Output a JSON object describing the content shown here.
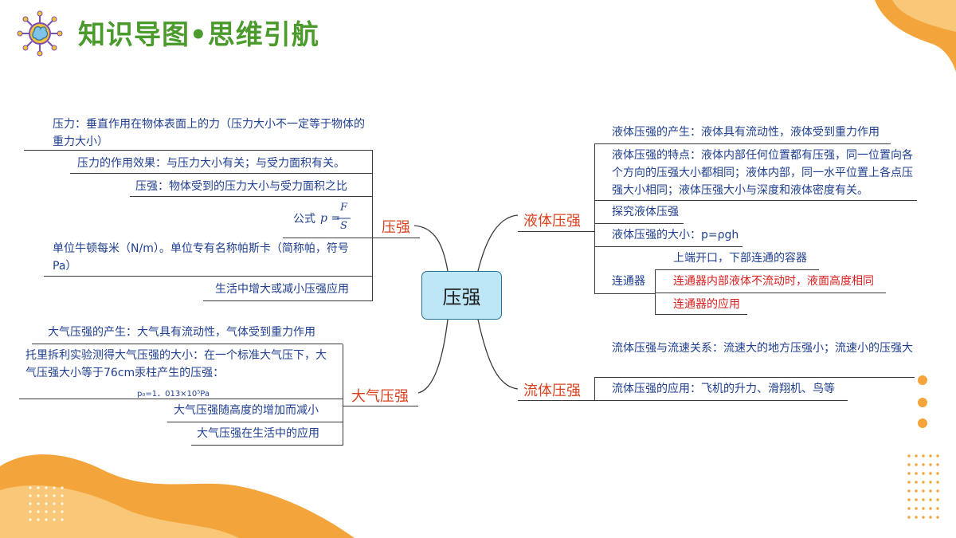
{
  "header": {
    "title": "知识导图•思维引航"
  },
  "center": {
    "label": "压强"
  },
  "branches": {
    "pressure": {
      "label": "压强",
      "items": [
        "压力：垂直作用在物体表面上的力（压力大小不一定等于物体的重力大小）",
        "压力的作用效果：与压力大小有关；与受力面积有关。",
        "压强：物体受到的压力大小与受力面积之比",
        "单位牛顿每米（N/m）。单位专有名称帕斯卡（简称帕，符号Pa）",
        "生活中增大或减小压强应用"
      ],
      "formula": {
        "prefix": "公式",
        "lhs": "p =",
        "numerator": "F",
        "denominator": "S"
      }
    },
    "atmosphere": {
      "label": "大气压强",
      "items": [
        "大气压强的产生：大气具有流动性，气体受到重力作用",
        "托里拆利实验测得大气压强的大小：在一个标准大气压下，大气压强大小等于76cm汞柱产生的压强：",
        "p₀=1．013×10⁵Pa",
        "大气压强随高度的增加而减小",
        "大气压强在生活中的应用"
      ]
    },
    "liquid": {
      "label": "液体压强",
      "items": [
        "液体压强的产生：液体具有流动性，液体受到重力作用",
        "液体压强的特点：液体内部任何位置都有压强，同一位置向各个方向的压强大小都相同；液体内部，同一水平位置上各点压强大小相同；液体压强大小与深度和液体密度有关。",
        "探究液体压强",
        "液体压强的大小：p=ρgh"
      ],
      "connector": {
        "label": "连通器",
        "items": [
          "上端开口，下部连通的容器",
          "连通器内部液体不流动时，液面高度相同",
          "连通器的应用"
        ]
      }
    },
    "fluid": {
      "label": "流体压强",
      "items": [
        "流体压强与流速关系：流速大的地方压强小；流速小的压强大",
        "流体压强的应用：飞机的升力、滑翔机、鸟等"
      ]
    }
  },
  "colors": {
    "title": "#4a9a2c",
    "text": "#1f3f8f",
    "highlight": "#d81e1e",
    "node": "#d9411e",
    "center_fill": "#bde6f7",
    "accent": "#f3a43a"
  }
}
